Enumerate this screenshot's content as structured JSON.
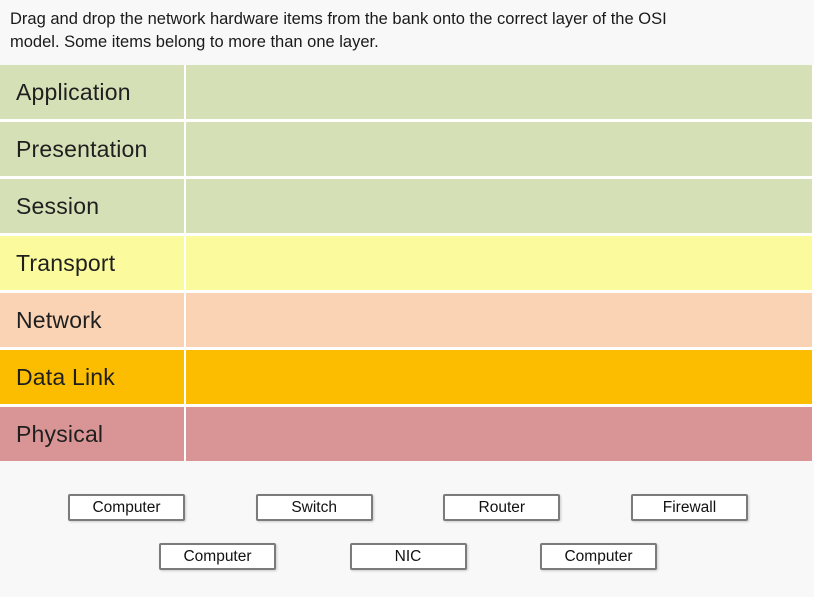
{
  "instructions": {
    "line1": "Drag and drop the network hardware items from the bank onto the correct layer of the OSI",
    "line2": "model. Some items belong to more than one layer."
  },
  "layers": [
    {
      "label": "Application",
      "color": "#d5e0b6"
    },
    {
      "label": "Presentation",
      "color": "#d5e0b6"
    },
    {
      "label": "Session",
      "color": "#d5e0b6"
    },
    {
      "label": "Transport",
      "color": "#fbfb9d"
    },
    {
      "label": "Network",
      "color": "#fad3b4"
    },
    {
      "label": "Data Link",
      "color": "#fcbd00"
    },
    {
      "label": "Physical",
      "color": "#d99595"
    }
  ],
  "bank": {
    "row1": [
      "Computer",
      "Switch",
      "Router",
      "Firewall"
    ],
    "row2": [
      "Computer",
      "NIC",
      "Computer"
    ]
  }
}
